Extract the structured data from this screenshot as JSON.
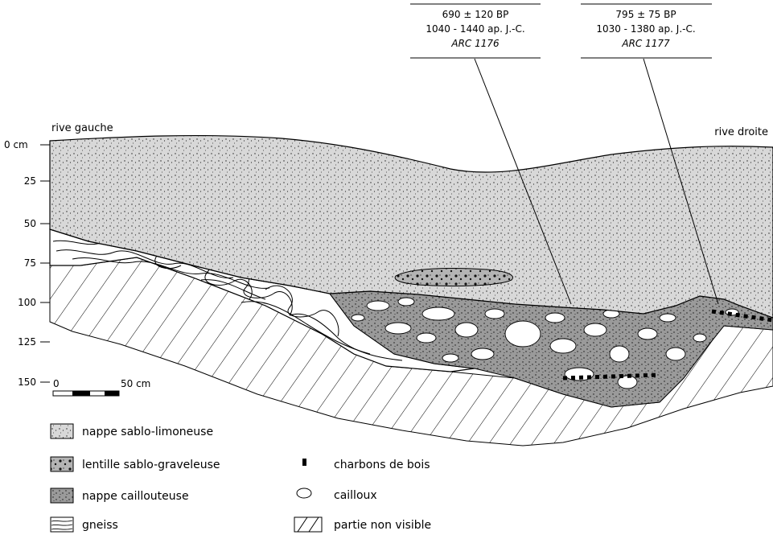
{
  "banks": {
    "left": "rive gauche",
    "right": "rive droite"
  },
  "depth_axis": {
    "top_label": "0 cm",
    "ticks": [
      "25",
      "50",
      "75",
      "100",
      "125",
      "150"
    ]
  },
  "scale_bar": {
    "start": "0",
    "end": "50 cm"
  },
  "dates": [
    {
      "bp": "690 ± 120 BP",
      "cal": "1040 - 1440 ap. J.-C.",
      "lab": "ARC 1176"
    },
    {
      "bp": "795 ± 75 BP",
      "cal": "1030 - 1380 ap. J.-C.",
      "lab": "ARC 1177"
    }
  ],
  "legend": {
    "nappe_sablo_limoneuse": "nappe sablo-limoneuse",
    "lentille_sablo_graveleuse": "lentille sablo-graveleuse",
    "nappe_caillouteuse": "nappe caillouteuse",
    "gneiss": "gneiss",
    "charbons_de_bois": "charbons de bois",
    "cailloux": "cailloux",
    "partie_non_visible": "partie non visible"
  },
  "colors": {
    "sand": "#d8d8d8",
    "gravel": "#9a9a9a",
    "ink": "#000000"
  }
}
